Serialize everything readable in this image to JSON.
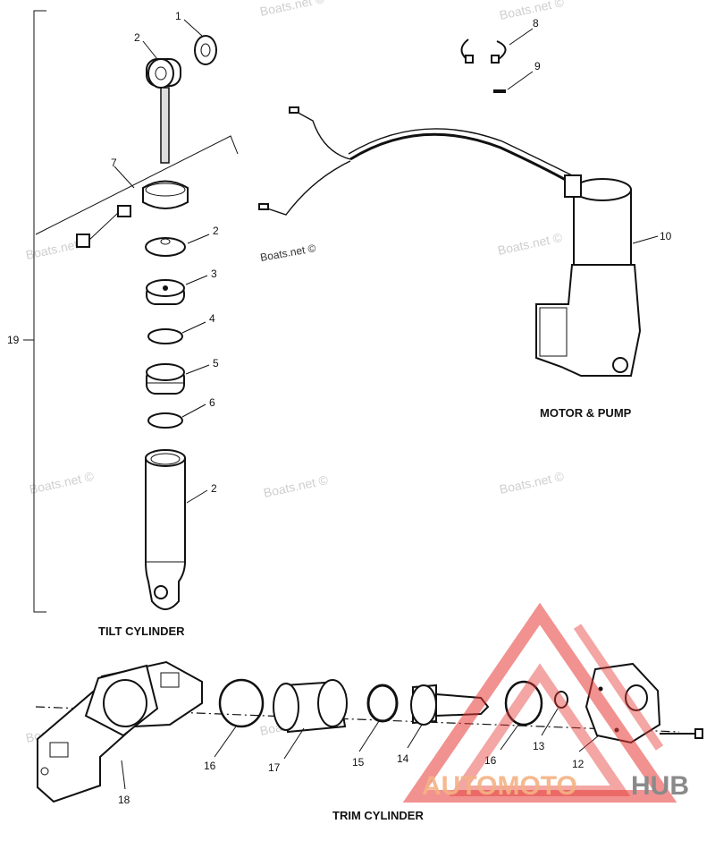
{
  "labels": {
    "p1": "1",
    "p2a": "2",
    "p2b": "2",
    "p2c": "2",
    "p3": "3",
    "p4": "4",
    "p5": "5",
    "p6": "6",
    "p7": "7",
    "p8": "8",
    "p9": "9",
    "p10": "10",
    "p12": "12",
    "p13": "13",
    "p14": "14",
    "p15": "15",
    "p16a": "16",
    "p16b": "16",
    "p17": "17",
    "p18": "18",
    "p19": "19"
  },
  "captions": {
    "tilt": "TILT CYLINDER",
    "motor": "MOTOR & PUMP",
    "trim": "TRIM CYLINDER"
  },
  "watermark": "Boats.net ©",
  "logo": {
    "text_a": "AUTOMOTO",
    "text_b": "HUB",
    "color_a": "#f4b183",
    "color_b": "#8a8a8a",
    "triangle_color": "#e53935"
  }
}
